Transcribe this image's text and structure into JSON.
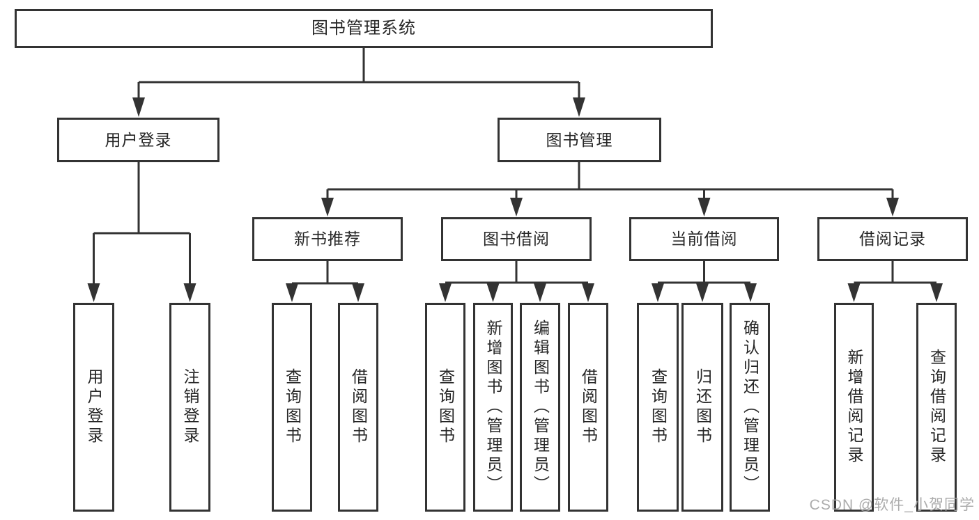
{
  "diagram": {
    "root": {
      "label": "图书管理系统"
    },
    "level1": [
      {
        "label": "用户登录"
      },
      {
        "label": "图书管理"
      }
    ],
    "level2": [
      {
        "label": "新书推荐"
      },
      {
        "label": "图书借阅"
      },
      {
        "label": "当前借阅"
      },
      {
        "label": "借阅记录"
      }
    ],
    "leaves": [
      {
        "label": "用户登录"
      },
      {
        "label": "注销登录"
      },
      {
        "label": "查询图书"
      },
      {
        "label": "借阅图书"
      },
      {
        "label": "查询图书"
      },
      {
        "label": "新增图书（管理员）"
      },
      {
        "label": "编辑图书（管理员）"
      },
      {
        "label": "借阅图书"
      },
      {
        "label": "查询图书"
      },
      {
        "label": "归还图书"
      },
      {
        "label": "确认归还（管理员）"
      },
      {
        "label": "新增借阅记录"
      },
      {
        "label": "查询借阅记录"
      }
    ]
  },
  "watermark": {
    "text": "CSDN @软件_小贺同学"
  },
  "colors": {
    "line": "#333333",
    "text": "#262626",
    "watermark": "#a5a5a5",
    "background": "#ffffff"
  }
}
